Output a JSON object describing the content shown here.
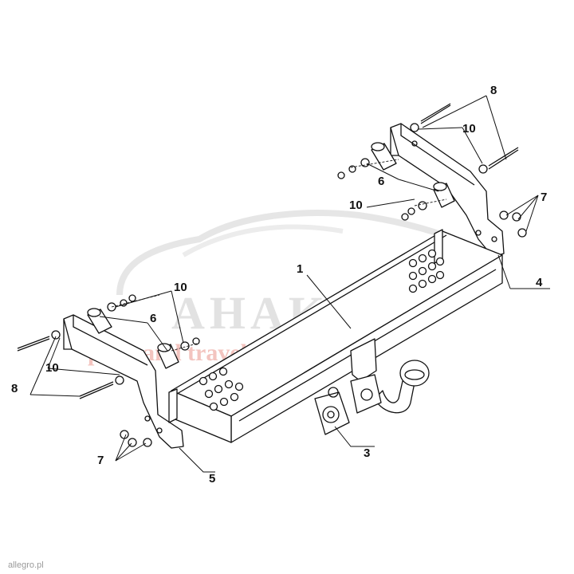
{
  "watermark": {
    "brand": "AHAKA",
    "tagline": "pack and travel",
    "marketplace": "allegro.pl"
  },
  "part_labels": {
    "p1": "1",
    "p3": "3",
    "p4": "4",
    "p5": "5",
    "p6_top": "6",
    "p6_left": "6",
    "p7_right": "7",
    "p7_left": "7",
    "p8_top": "8",
    "p8_left": "8",
    "p10_a": "10",
    "p10_b": "10",
    "p10_c": "10",
    "p10_d": "10"
  }
}
